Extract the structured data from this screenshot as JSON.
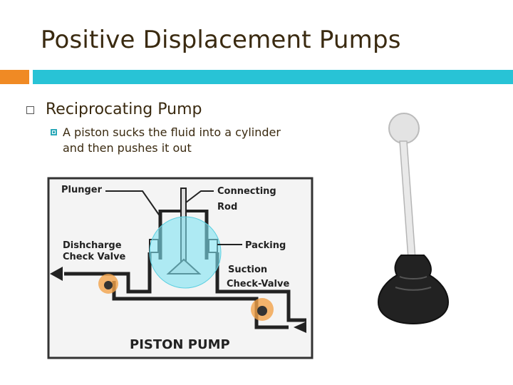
{
  "slide": {
    "title": "Positive Displacement Pumps",
    "bullets": [
      {
        "text": "Reciprocating Pump"
      },
      {
        "text": "A piston sucks the fluid into a cylinder and then pushes it out"
      }
    ]
  },
  "diagram": {
    "labels": {
      "plunger": "Plunger",
      "connecting_1": "Connecting",
      "connecting_2": "Rod",
      "discharge_1": "Dishcharge",
      "discharge_2": "Check Valve",
      "packing": "Packing",
      "suction_1": "Suction",
      "suction_2": "Check-Valve",
      "caption": "PISTON PUMP"
    }
  },
  "colors": {
    "title_text": "#3a2a10",
    "accent_orange": "#f08a24",
    "accent_cyan": "#28c3d6",
    "highlight_cyan": "#7fe3f2",
    "highlight_orange": "#f2a24a"
  }
}
